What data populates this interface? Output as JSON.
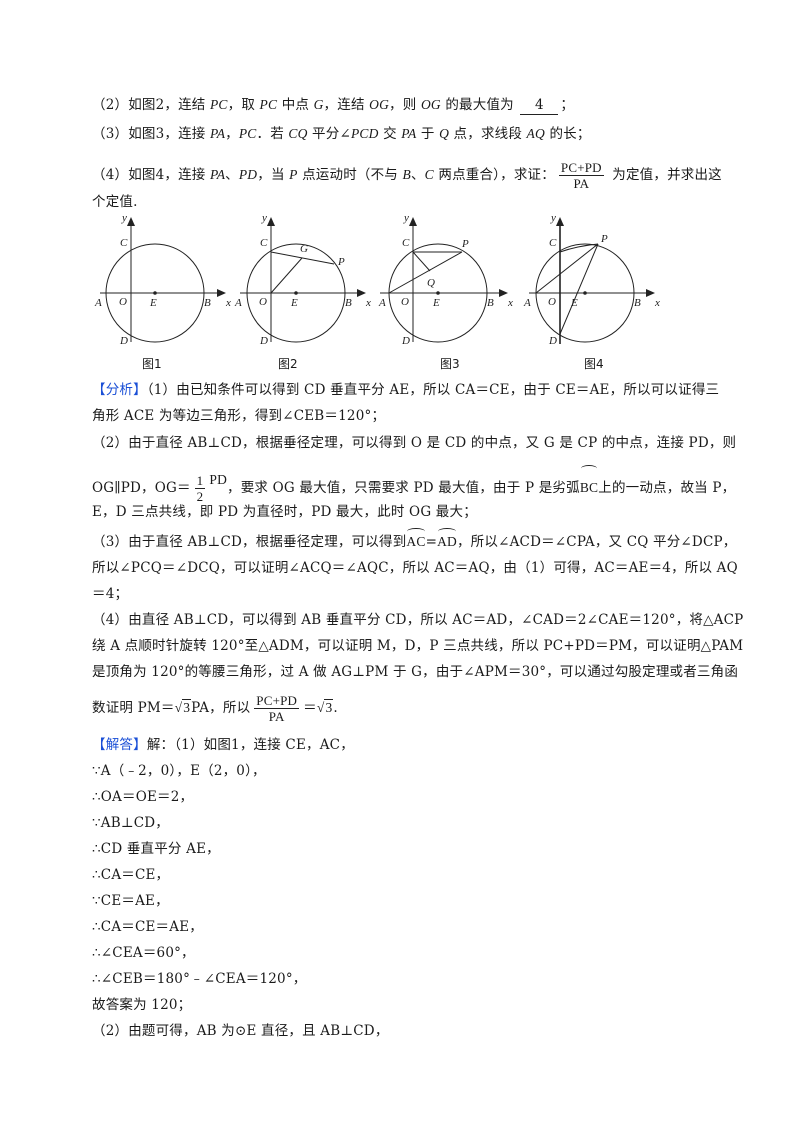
{
  "question": {
    "q2": {
      "prefix": "（2）如图2，连结 ",
      "pc1": "PC",
      "t1": "，取 ",
      "pc2": "PC",
      "t2": " 中点 ",
      "g": "G",
      "t3": "，连结 ",
      "og1": "OG",
      "t4": "，则 ",
      "og2": "OG",
      "t5": " 的最大值为 ",
      "answer": "4",
      "end": "；"
    },
    "q3": {
      "prefix": "（3）如图3，连接 ",
      "pa": "PA",
      "t1": "，",
      "pc": "PC",
      "t2": "．若 ",
      "cq": "CQ",
      "t3": " 平分∠",
      "pcd": "PCD",
      "t4": " 交 ",
      "pa2": "PA",
      "t5": " 于 ",
      "q": "Q",
      "t6": " 点，求线段 ",
      "aq": "AQ",
      "t7": " 的长；"
    },
    "q4": {
      "prefix": "（4）如图4，连接 ",
      "pa": "PA",
      "t1": "、",
      "pd": "PD",
      "t2": "，当 ",
      "p": "P",
      "t3": " 点运动时（不与 ",
      "b": "B",
      "t4": "、",
      "c": "C",
      "t5": " 两点重合），求证：",
      "frac_num": "PC+PD",
      "frac_den": "PA",
      "t6": " 为定值，并求出这",
      "line2": "个定值."
    }
  },
  "figures": [
    {
      "label": "图1",
      "points": [
        "y",
        "C",
        "A",
        "O",
        "E",
        "B",
        "x",
        "D"
      ]
    },
    {
      "label": "图2",
      "points": [
        "y",
        "C",
        "G",
        "P",
        "A",
        "O",
        "E",
        "B",
        "x",
        "D"
      ]
    },
    {
      "label": "图3",
      "points": [
        "y",
        "C",
        "P",
        "Q",
        "A",
        "O",
        "E",
        "B",
        "x",
        "D"
      ]
    },
    {
      "label": "图4",
      "points": [
        "y",
        "C",
        "P",
        "A",
        "O",
        "E",
        "B",
        "x",
        "D"
      ]
    }
  ],
  "analysis": {
    "tag": "【分析】",
    "p1_line1": "（1）由已知条件可以得到 CD 垂直平分 AE，所以 CA＝CE，由于 CE＝AE，所以可以证得三",
    "p1_line2": "角形 ACE 为等边三角形，得到∠CEB＝120°；",
    "p2_line1": "（2）由于直径 AB⊥CD，根据垂径定理，可以得到 O 是 CD 的中点，又 G 是 CP 的中点，连接 PD，则",
    "p2_line2_a": "OG∥PD，OG＝",
    "p2_frac_num": "1",
    "p2_frac_den": "2",
    "p2_frac_tail": "PD",
    "p2_line2_b": "，要求 OG 最大值，只需要求 PD 最大值，由于 P 是劣弧",
    "p2_arc": "BC",
    "p2_line2_c": "上的一动点，故当 P，",
    "p2_line3": "E，D 三点共线，即 PD 为直径时，PD 最大，此时 OG 最大；",
    "p3_line1_a": "（3）由于直径 AB⊥CD，根据垂径定理，可以得到",
    "p3_arc1": "AC",
    "p3_eq": "=",
    "p3_arc2": "AD",
    "p3_line1_b": "，所以∠ACD＝∠CPA，又 CQ 平分∠DCP，",
    "p3_line2": "所以∠PCQ＝∠DCQ，可以证明∠ACQ＝∠AQC，所以 AC＝AQ，由（1）可得，AC＝AE＝4，所以 AQ",
    "p3_line3": "＝4；",
    "p4_line1": "（4）由直径 AB⊥CD，可以得到 AB 垂直平分 CD，所以 AC＝AD，∠CAD＝2∠CAE＝120°，将△ACP",
    "p4_line2": "绕 A 点顺时针旋转 120°至△ADM，可以证明 M，D，P 三点共线，所以 PC+PD＝PM，可以证明△PAM",
    "p4_line3": "是顶角为 120°的等腰三角形，过 A 做 AG⊥PM 于 G，由于∠APM＝30°，可以通过勾股定理或者三角函",
    "p4_line4_a": "数证明 PM＝",
    "p4_sqrt": "3",
    "p4_line4_b": "PA，所以",
    "p4_frac_num": "PC+PD",
    "p4_frac_den": "PA",
    "p4_line4_c": "＝",
    "p4_sqrt2": "3",
    "p4_end": "."
  },
  "solution": {
    "tag": "【解答】",
    "lines": [
      "解：（1）如图1，连接 CE，AC，",
      "∵A（﹣2，0），E（2，0），",
      "∴OA＝OE＝2，",
      "∵AB⊥CD，",
      "∴CD 垂直平分 AE，",
      "∴CA＝CE，",
      "∵CE＝AE，",
      "∴CA＝CE＝AE，",
      "∴∠CEA＝60°，",
      "∴∠CEB＝180°﹣∠CEA＝120°，",
      "故答案为 120；",
      "（2）由题可得，AB 为⊙E 直径，且 AB⊥CD，"
    ]
  },
  "colors": {
    "tag": "#1a4fd6",
    "text": "#1a1a1a"
  }
}
